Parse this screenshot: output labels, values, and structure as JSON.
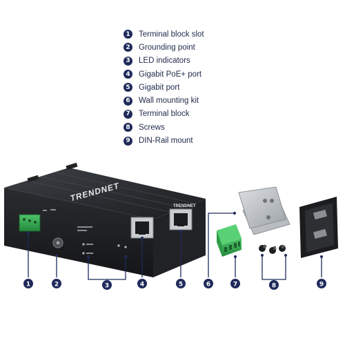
{
  "legend": [
    {
      "num": "1",
      "label": "Terminal block slot"
    },
    {
      "num": "2",
      "label": "Grounding point"
    },
    {
      "num": "3",
      "label": "LED indicators"
    },
    {
      "num": "4",
      "label": "Gigabit PoE+ port"
    },
    {
      "num": "5",
      "label": "Gigabit port"
    },
    {
      "num": "6",
      "label": "Wall mounting kit"
    },
    {
      "num": "7",
      "label": "Terminal block"
    },
    {
      "num": "8",
      "label": "Screws"
    },
    {
      "num": "9",
      "label": "DIN-Rail mount"
    }
  ],
  "device": {
    "brand_top": "TRENDNET",
    "brand_front": "TRENDNET"
  },
  "callouts": [
    "1",
    "2",
    "3",
    "4",
    "5",
    "6",
    "7",
    "8",
    "9"
  ]
}
